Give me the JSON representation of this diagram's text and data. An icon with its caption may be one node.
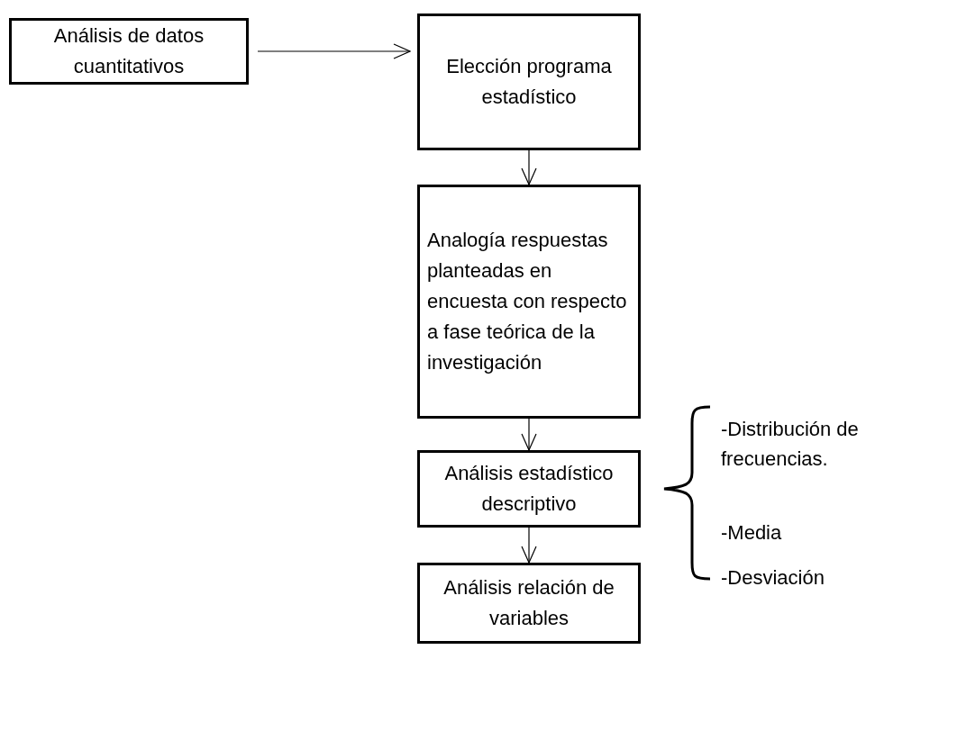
{
  "diagram": {
    "nodes": [
      {
        "text": [
          "Análisis de datos cuantitativos"
        ]
      },
      {
        "text": [
          "Elección programa estadístico"
        ]
      },
      {
        "text": [
          "Analogía respuestas planteadas en encuesta con respecto a fase teórica de la investigación"
        ]
      },
      {
        "text": [
          "Análisis estadístico descriptivo"
        ]
      },
      {
        "text": [
          "Análisis relación de variables"
        ]
      }
    ],
    "edges": [
      {
        "from": 0,
        "to": 1,
        "arrow": "to"
      },
      {
        "from": 1,
        "to": 2,
        "arrow": "to"
      },
      {
        "from": 2,
        "to": 3,
        "arrow": "to"
      },
      {
        "from": 3,
        "to": 4,
        "arrow": "to"
      }
    ],
    "labels": [
      "-Distribución de frecuencias.",
      "-Media",
      "-Desviación"
    ]
  }
}
